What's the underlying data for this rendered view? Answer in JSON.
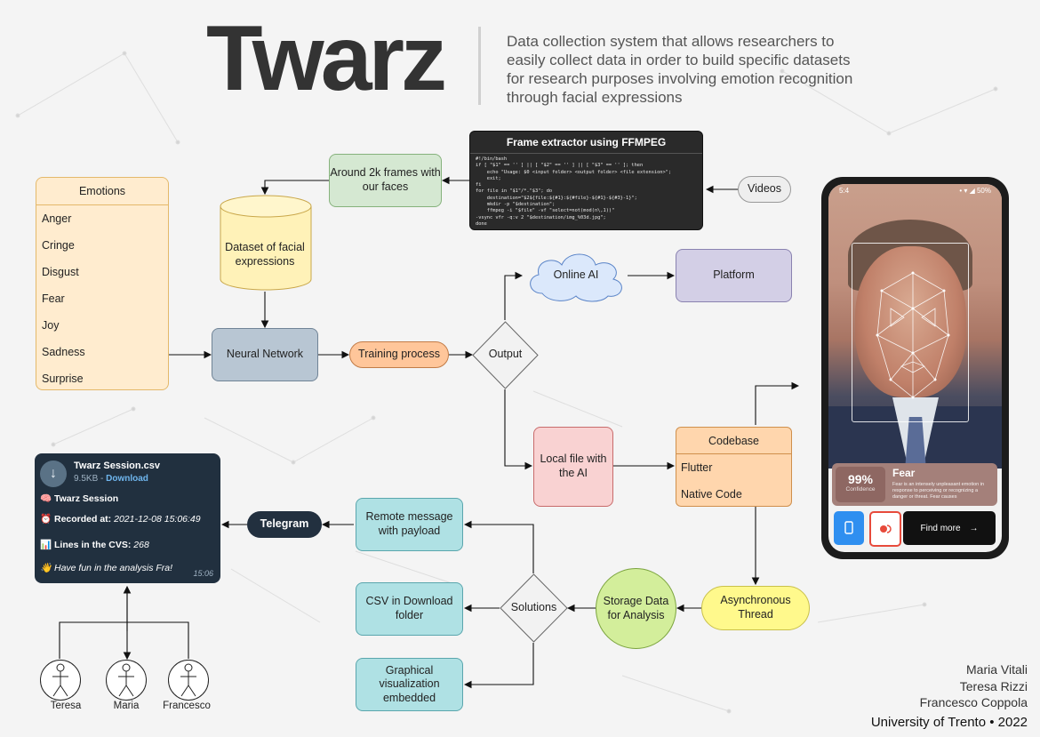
{
  "header": {
    "title": "Twarz",
    "subtitle": "Data collection system that allows researchers to easily collect data in order to build specific datasets for research purposes involving emotion recognition through facial expressions"
  },
  "emotions": {
    "title": "Emotions",
    "items": [
      "Anger",
      "Cringe",
      "Disgust",
      "Fear",
      "Joy",
      "Sadness",
      "Surprise"
    ]
  },
  "nodes": {
    "frames": "Around 2k frames with our faces",
    "dataset": "Dataset of facial expressions",
    "neural_network": "Neural Network",
    "training": "Training process",
    "output": "Output",
    "online_ai": "Online AI",
    "platform": "Platform",
    "videos": "Videos",
    "local_file": "Local file with the AI",
    "storage": "Storage Data for Analysis",
    "async": "Asynchronous Thread",
    "solutions": "Solutions",
    "remote_message": "Remote message with payload",
    "csv": "CSV in Download folder",
    "graphical": "Graphical visualization embedded",
    "telegram": "Telegram"
  },
  "ffmpeg": {
    "title": "Frame extractor using FFMPEG",
    "code": "#!/bin/bash\nif [ \"$1\" == '' ] || [ \"$2\" == '' ] || [ \"$3\" == '' ]; then\n    echo \"Usage: $0 <input folder> <output folder> <file extension>\";\n    exit;\nfi\nfor file in \"$1\"/*.\"$3\"; do\n    destination=\"$2${file:${#1}:${#file}-${#1}-${#3}-1}\";\n    mkdir -p \"$destination\";\n    ffmpeg -i \"$file\" -vf \"select=not(mod(n\\,1))\"\n-vsync vfr -q:v 2 \"$destination/img_%03d.jpg\";\ndone"
  },
  "codebase": {
    "title": "Codebase",
    "items": [
      "Flutter",
      "Native Code"
    ]
  },
  "telegram_msg": {
    "filename": "Twarz Session.csv",
    "size": "9.5KB - ",
    "download": "Download",
    "session_icon": "🧠",
    "session": "Twarz Session",
    "recorded_icon": "⏰",
    "recorded_label": "Recorded at:",
    "recorded_value": "2021-12-08 15:06:49",
    "lines_icon": "📊",
    "lines_label": "Lines in the CVS:",
    "lines_value": "268",
    "fun_icon": "👋",
    "fun": "Have fun in the analysis Fra!",
    "time": "15:06"
  },
  "actors": [
    "Teresa",
    "Maria",
    "Francesco"
  ],
  "credits": {
    "authors": [
      "Maria Vitali",
      "Teresa Rizzi",
      "Francesco Coppola"
    ],
    "university": "University of Trento • 2022"
  },
  "phone": {
    "status_left": "5:4",
    "status_right": "• ▾ ◢ 50%",
    "confidence_value": "99%",
    "confidence_label": "Confidence",
    "emotion": "Fear",
    "description": "Fear is an intensely unpleasant emotion in response to perceiving or recognizing a danger or threat. Fear causes",
    "find_more": "Find more",
    "arrow": "→"
  }
}
